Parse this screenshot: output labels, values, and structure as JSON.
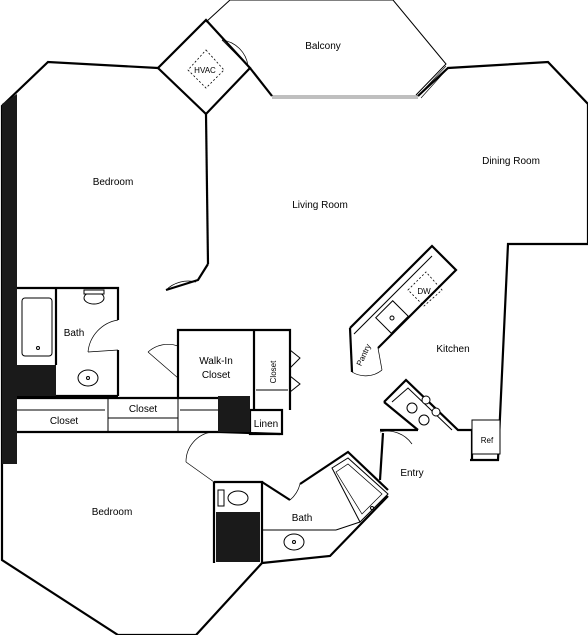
{
  "rooms": {
    "balcony": "Balcony",
    "hvac": "HVAC",
    "dining_room": "Dining Room",
    "bedroom_top": "Bedroom",
    "living_room": "Living Room",
    "dw": "DW",
    "bath_top": "Bath",
    "pantry": "Pantry",
    "kitchen": "Kitchen",
    "walk_in_line1": "Walk-In",
    "walk_in_line2": "Closet",
    "closet_vertical": "Closet",
    "closet_left": "Closet",
    "closet_mid": "Closet",
    "linen": "Linen",
    "ref": "Ref",
    "entry": "Entry",
    "bedroom_bottom": "Bedroom",
    "bath_bottom": "Bath"
  }
}
